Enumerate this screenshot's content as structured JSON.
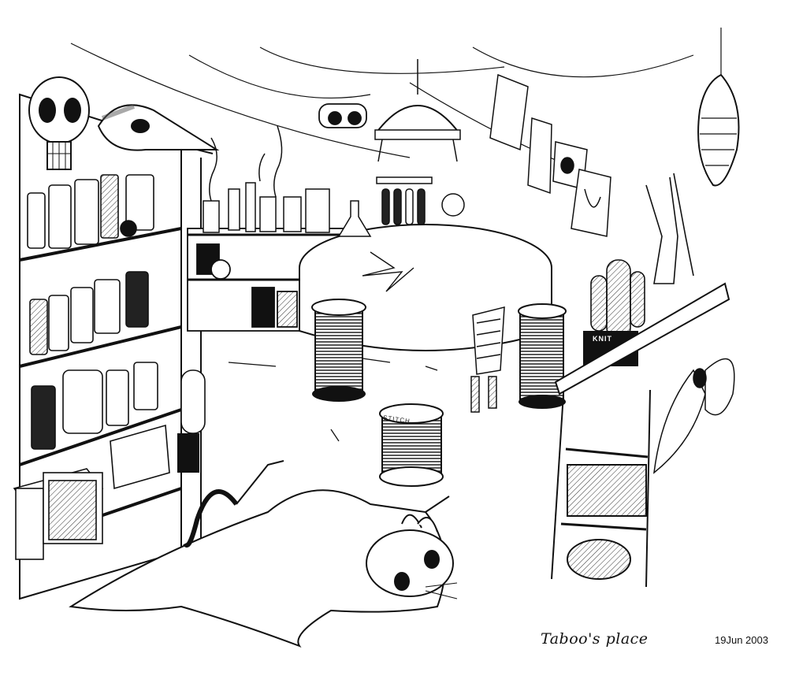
{
  "caption": {
    "title": "Taboo's place",
    "date": "19Jun 2003"
  },
  "labels": {
    "spool": "STITCH",
    "box": "KNIT"
  },
  "colors": {
    "ink": "#111111",
    "paper": "#ffffff",
    "shade": "#555555"
  }
}
